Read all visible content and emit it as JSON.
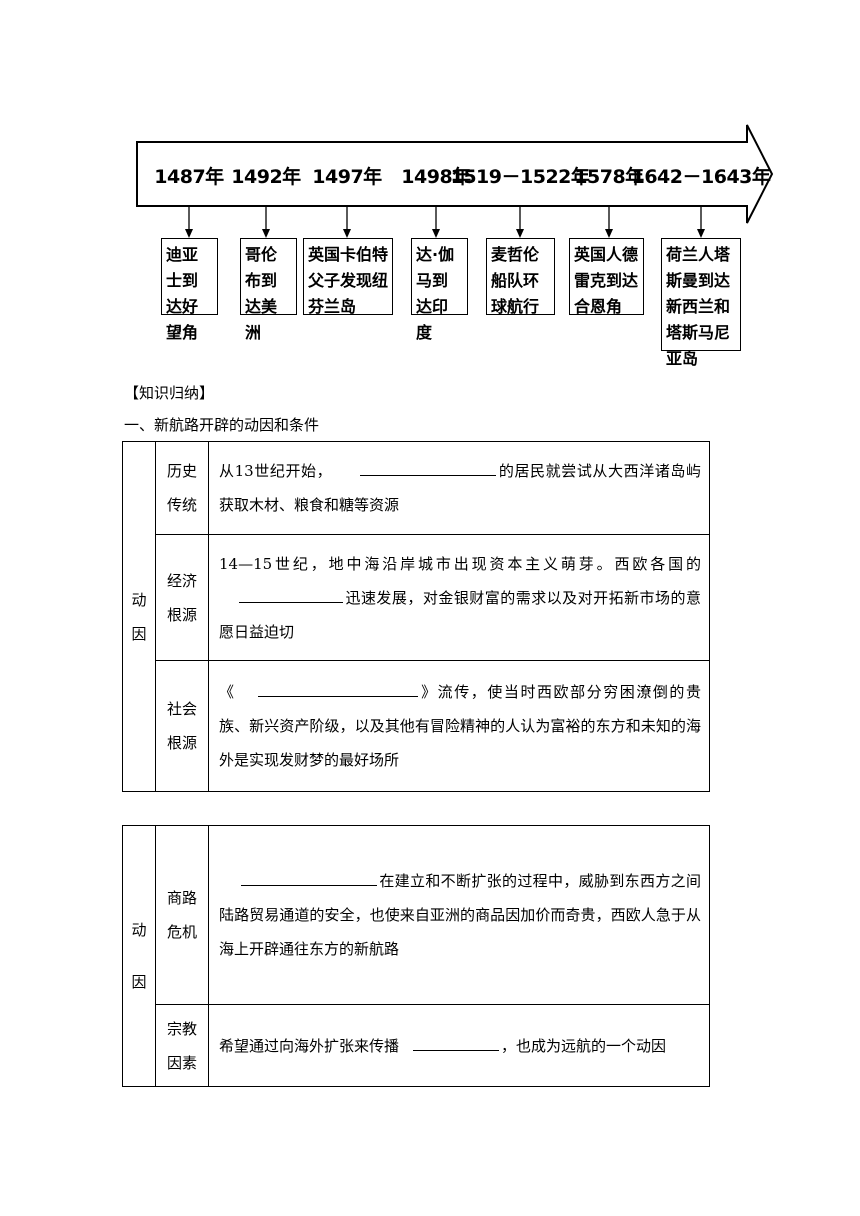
{
  "timeline": {
    "events": [
      {
        "year": "1487年",
        "text": "迪亚士到达好望角"
      },
      {
        "year": "1492年",
        "text": "哥伦布到达美洲"
      },
      {
        "year": "1497年",
        "text": "英国卡伯特父子发现纽芬兰岛"
      },
      {
        "year": "1498年",
        "text": "达·伽马到达印度"
      },
      {
        "year": "1519－1522年",
        "text": "麦哲伦船队环球航行"
      },
      {
        "year": "1578年",
        "text": "英国人德雷克到达合恩角"
      },
      {
        "year": "1642－1643年",
        "text": "荷兰人塔斯曼到达新西兰和塔斯马尼亚岛"
      }
    ]
  },
  "section": {
    "label": "【知识归纳】",
    "title": "一、新航路开辟的动因和条件"
  },
  "table1": {
    "category": "动因",
    "rows": [
      {
        "sub": "历史传统",
        "before": "从13世纪开始，",
        "after": "的居民就尝试从大西洋诸岛屿获取木材、粮食和糖等资源"
      },
      {
        "sub": "经济根源",
        "before": "14—15世纪，地中海沿岸城市出现资本主义萌芽。西欧各国的",
        "after": "迅速发展，对金银财富的需求以及对开拓新市场的意愿日益迫切"
      },
      {
        "sub": "社会根源",
        "before": "《",
        "after": "》流传，使当时西欧部分穷困潦倒的贵族、新兴资产阶级，以及其他有冒险精神的人认为富裕的东方和未知的海外是实现发财梦的最好场所"
      }
    ]
  },
  "table2": {
    "category": "动因",
    "rows": [
      {
        "sub": "商路危机",
        "before": "",
        "after": "在建立和不断扩张的过程中，威胁到东西方之间陆路贸易通道的安全，也使来自亚洲的商品因加价而奇贵，西欧人急于从海上开辟通往东方的新航路"
      },
      {
        "sub": "宗教因素",
        "before": "希望通过向海外扩张来传播",
        "after": "，也成为远航的一个动因"
      }
    ]
  }
}
